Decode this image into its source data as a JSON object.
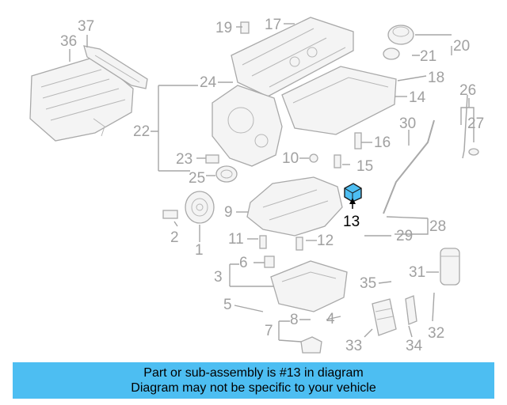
{
  "highlight_color": "#4dbef2",
  "caption": {
    "line1": "Part or sub-assembly is #13 in diagram",
    "line2": "Diagram may not be specific to your vehicle"
  },
  "callouts": {
    "n1": "1",
    "n2": "2",
    "n3": "3",
    "n4": "4",
    "n5": "5",
    "n6": "6",
    "n7": "7",
    "n8": "8",
    "n9": "9",
    "n10": "10",
    "n11": "11",
    "n12": "12",
    "n13": "13",
    "n14": "14",
    "n15": "15",
    "n16": "16",
    "n17": "17",
    "n18": "18",
    "n19": "19",
    "n20": "20",
    "n21": "21",
    "n22": "22",
    "n23": "23",
    "n24": "24",
    "n25": "25",
    "n26": "26",
    "n27": "27",
    "n28": "28",
    "n29": "29",
    "n30": "30",
    "n31": "31",
    "n32": "32",
    "n33": "33",
    "n34": "34",
    "n35": "35",
    "n36": "36",
    "n37": "37"
  }
}
